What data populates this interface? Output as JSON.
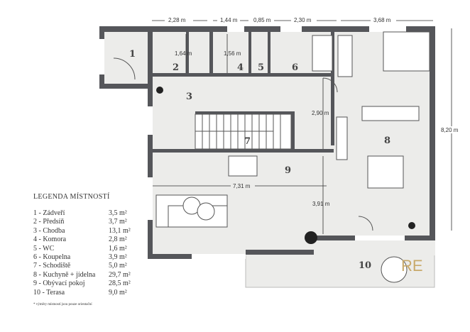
{
  "dimensions": {
    "d1": "2,28 m",
    "d2": "1,44 m",
    "d3": "0,85 m",
    "d4": "2,30 m",
    "d5": "3,68 m",
    "h2": "1,64 m",
    "h4": "1,56 m",
    "v1": "2,90 m",
    "v2": "3,91 m",
    "w1": "7,31 m",
    "total": "8,20 m"
  },
  "room_numbers": [
    "1",
    "2",
    "3",
    "4",
    "5",
    "6",
    "7",
    "8",
    "9",
    "10"
  ],
  "legend": {
    "title": "LEGENDA MÍSTNOSTÍ",
    "rows": [
      {
        "name": "1 - Zádveří",
        "area": "3,5 m²"
      },
      {
        "name": "2 - Předsíň",
        "area": "3,7 m²"
      },
      {
        "name": "3 - Chodba",
        "area": "13,1 m²"
      },
      {
        "name": "4 - Komora",
        "area": "2,8 m²"
      },
      {
        "name": "5 - WC",
        "area": "1,6 m²"
      },
      {
        "name": "6 - Koupelna",
        "area": "3,9 m²"
      },
      {
        "name": "7 - Schodiště",
        "area": "5,0 m²"
      },
      {
        "name": "8 - Kuchyně + jídelna",
        "area": "29,7 m²"
      },
      {
        "name": "9 - Obývací pokoj",
        "area": "28,5 m²"
      },
      {
        "name": "10 - Terasa",
        "area": "9,0 m²"
      }
    ],
    "note": "* výměry místností jsou pouze orientační"
  },
  "logo": "RE",
  "colors": {
    "wall": "#55565a",
    "floor": "#ececea",
    "logo": "#c8a96a"
  }
}
